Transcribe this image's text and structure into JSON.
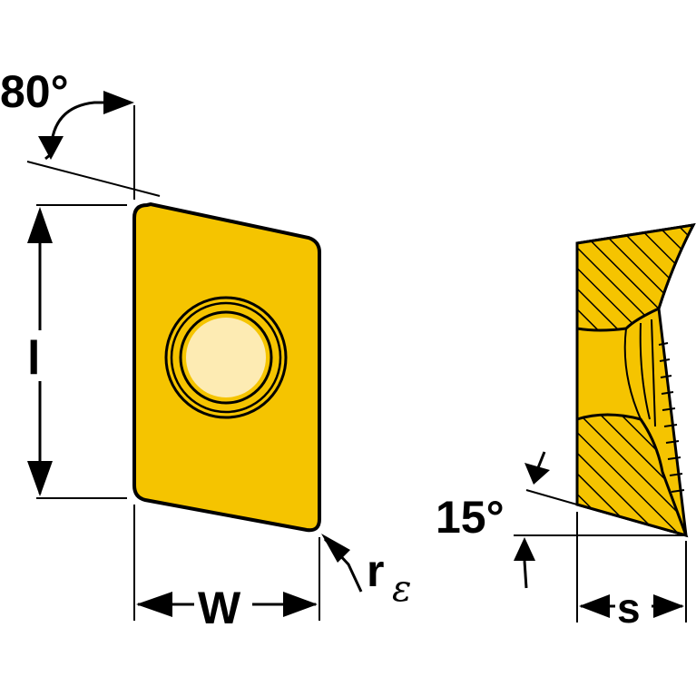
{
  "labels": {
    "angle_top": "80°",
    "length": "l",
    "width": "W",
    "corner_radius_r": "r",
    "corner_radius_sub": "ε",
    "clearance_angle": "15°",
    "thickness": "s"
  },
  "colors": {
    "insert_fill": "#f5c400",
    "insert_outline": "#000000",
    "hole_fill": "#fdebb3",
    "hatch": "#000000",
    "dimension": "#000000"
  }
}
